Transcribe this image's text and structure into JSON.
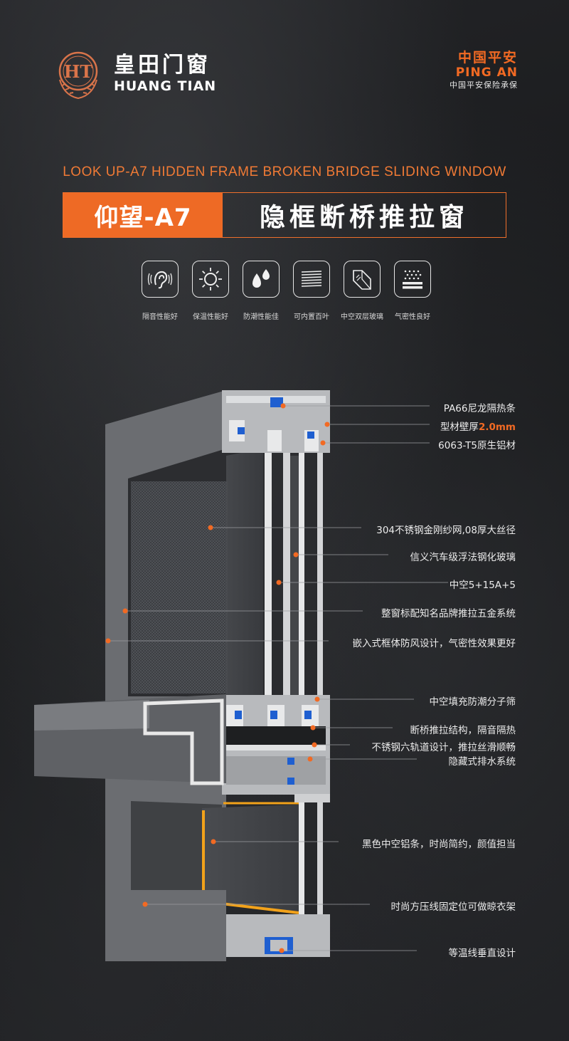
{
  "brand": {
    "name_cn": "皇田门窗",
    "name_en": "HUANG TIAN",
    "logo_mark": "HT"
  },
  "partner": {
    "name_cn": "中国平安",
    "name_en": "PING AN",
    "sub": "中国平安保险承保",
    "color": "#f26a23"
  },
  "title": {
    "en": "LOOK UP-A7 HIDDEN FRAME BROKEN BRIDGE SLIDING WINDOW",
    "model": "仰望-A7",
    "name": "隐框断桥推拉窗",
    "accent": "#ee6a25"
  },
  "features": [
    {
      "icon": "ear-icon",
      "label": "隔音性能好"
    },
    {
      "icon": "sun-icon",
      "label": "保温性能好"
    },
    {
      "icon": "water-drops-icon",
      "label": "防潮性能佳"
    },
    {
      "icon": "blinds-icon",
      "label": "可内置百叶"
    },
    {
      "icon": "glass-layers-icon",
      "label": "中空双层玻璃"
    },
    {
      "icon": "airtight-icon",
      "label": "气密性良好"
    }
  ],
  "callouts": [
    {
      "text": "PA66尼龙隔热条"
    },
    {
      "text": "型材壁厚",
      "highlight": "2.0mm"
    },
    {
      "text": "6063-T5原生铝材"
    },
    {
      "text": "304不锈钢金刚纱网,08厚大丝径"
    },
    {
      "text": "信义汽车级浮法钢化玻璃"
    },
    {
      "text": "中空5+15A+5"
    },
    {
      "text": "整窗标配知名品牌推拉五金系统"
    },
    {
      "text": "嵌入式框体防风设计，气密性效果更好"
    },
    {
      "text": "中空填充防潮分子筛"
    },
    {
      "text": "断桥推拉结构，隔音隔热"
    },
    {
      "text": "不锈钢六轨道设计，推拉丝滑顺畅"
    },
    {
      "text": "隐藏式排水系统"
    },
    {
      "text": "黑色中空铝条，时尚简约，颜值担当"
    },
    {
      "text": "时尚方压线固定位可做晾衣架"
    },
    {
      "text": "等温线垂直设计"
    }
  ]
}
